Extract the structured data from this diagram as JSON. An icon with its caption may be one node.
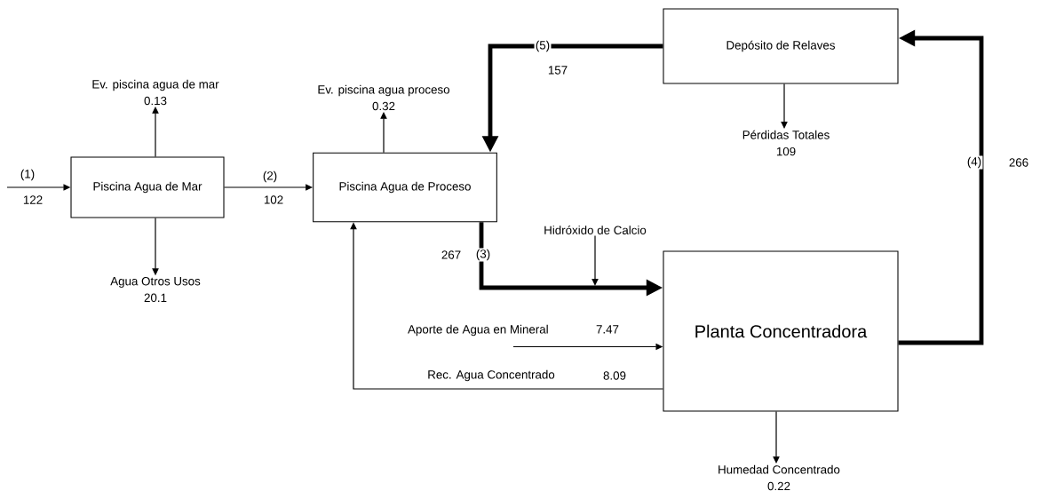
{
  "diagram": {
    "nodes": [
      {
        "text": [
          "Piscina Agua de Mar"
        ]
      },
      {
        "text": [
          "Piscina Agua de Proceso"
        ]
      },
      {
        "text": [
          "Depósito de Relaves"
        ]
      },
      {
        "text": [
          "Planta Concentradora"
        ]
      },
      {
        "text": [
          "Ev. piscina agua de mar",
          "0.13"
        ]
      },
      {
        "text": [
          "Agua Otros Usos",
          "20.1"
        ]
      },
      {
        "text": [
          "Ev. piscina agua proceso",
          "0.32"
        ]
      },
      {
        "text": [
          "Pérdidas Totales",
          "109"
        ]
      },
      {
        "text": [
          "Hidróxido de Calcio"
        ]
      },
      {
        "text": [
          "Aporte de Agua en Mineral",
          "7.47"
        ]
      },
      {
        "text": [
          "Humedad Concentrado",
          "0.22"
        ]
      }
    ],
    "edges": [
      {
        "from": null,
        "to": 0,
        "arrow": "to",
        "label": "(1)"
      },
      {
        "from": 0,
        "to": 4,
        "arrow": "to"
      },
      {
        "from": 0,
        "to": 5,
        "arrow": "to"
      },
      {
        "from": 0,
        "to": 1,
        "arrow": "to",
        "label": "(2)"
      },
      {
        "from": 1,
        "to": 6,
        "arrow": "to"
      },
      {
        "from": 2,
        "to": 1,
        "arrow": "to",
        "label": "(5)",
        "style": "thick"
      },
      {
        "from": 2,
        "to": 7,
        "arrow": "to"
      },
      {
        "from": 1,
        "to": 3,
        "arrow": "to",
        "label": "(3)",
        "style": "thick"
      },
      {
        "from": 8,
        "to": null,
        "arrow": "to"
      },
      {
        "from": 9,
        "to": 3,
        "arrow": "to"
      },
      {
        "from": 3,
        "to": 1,
        "arrow": "to",
        "label": "Rec. Agua Concentrado"
      },
      {
        "from": 3,
        "to": 10,
        "arrow": "to"
      },
      {
        "from": 3,
        "to": 2,
        "arrow": "to",
        "label": "(4)",
        "style": "thick"
      }
    ],
    "labels": [
      "157",
      "266",
      "122",
      "102",
      "267",
      "8.09"
    ]
  }
}
